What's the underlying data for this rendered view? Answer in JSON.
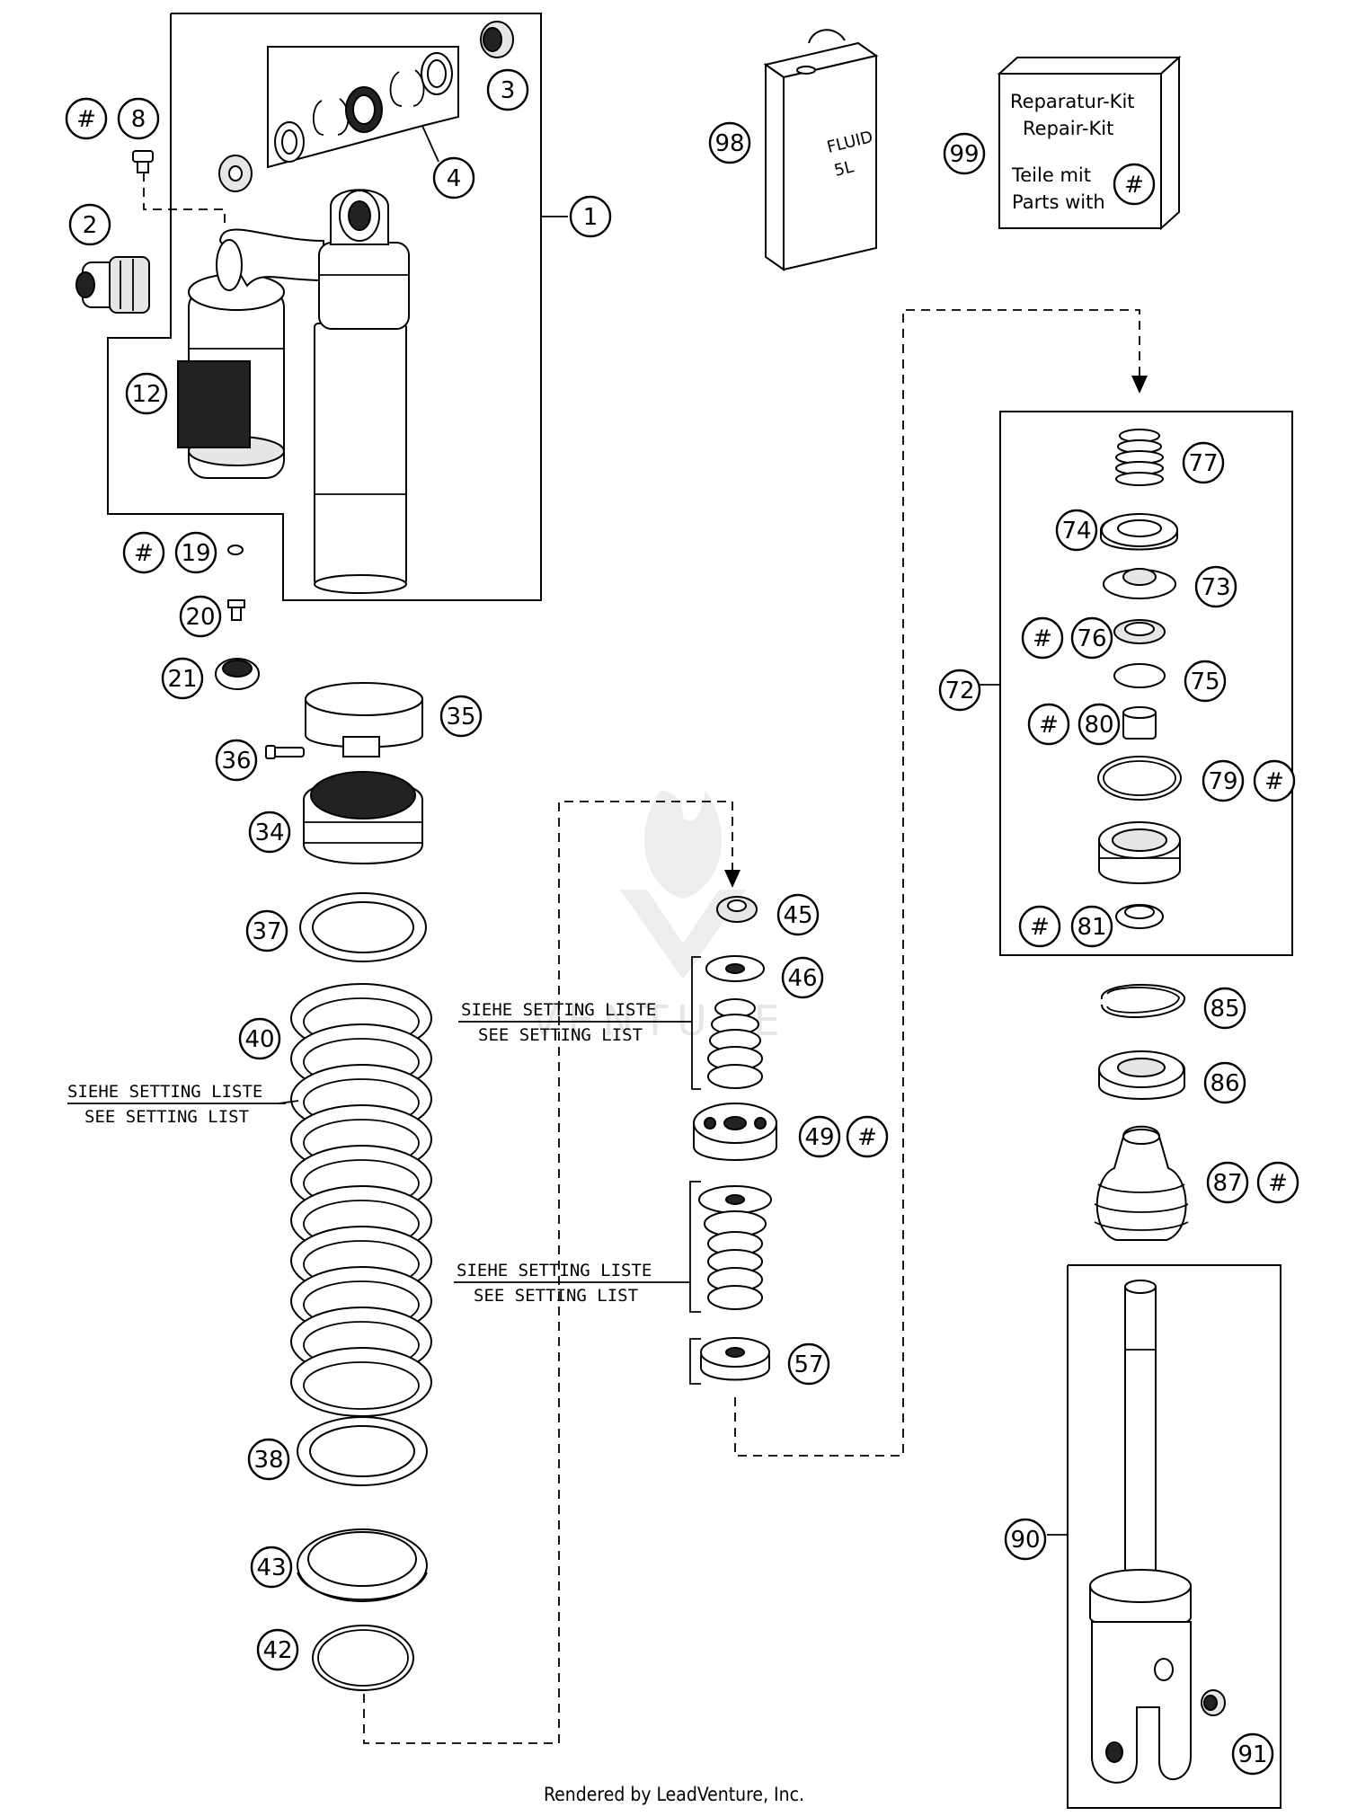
{
  "callouts": {
    "c1": "1",
    "c2": "2",
    "c3": "3",
    "c4": "4",
    "c8": "8",
    "c12": "12",
    "c19": "19",
    "c20": "20",
    "c21": "21",
    "c34": "34",
    "c35": "35",
    "c36": "36",
    "c37": "37",
    "c38": "38",
    "c40": "40",
    "c42": "42",
    "c43": "43",
    "c45": "45",
    "c46": "46",
    "c49": "49",
    "c57": "57",
    "c72": "72",
    "c73": "73",
    "c74": "74",
    "c75": "75",
    "c76": "76",
    "c77": "77",
    "c79": "79",
    "c80": "80",
    "c81": "81",
    "c85": "85",
    "c86": "86",
    "c87": "87",
    "c90": "90",
    "c91": "91",
    "c98": "98",
    "c99": "99",
    "hash": "#"
  },
  "repair_kit": {
    "line1": "Reparatur-Kit",
    "line2": "Repair-Kit",
    "line3": "Teile mit",
    "line4": "Parts with"
  },
  "fluid_can": {
    "line1": "FLUID",
    "line2": "5L"
  },
  "setting_notes": {
    "de": "SIEHE SETTING LISTE",
    "en": "SEE SETTING LIST"
  },
  "watermark": "VENTURE",
  "footer": "Rendered by LeadVenture, Inc."
}
